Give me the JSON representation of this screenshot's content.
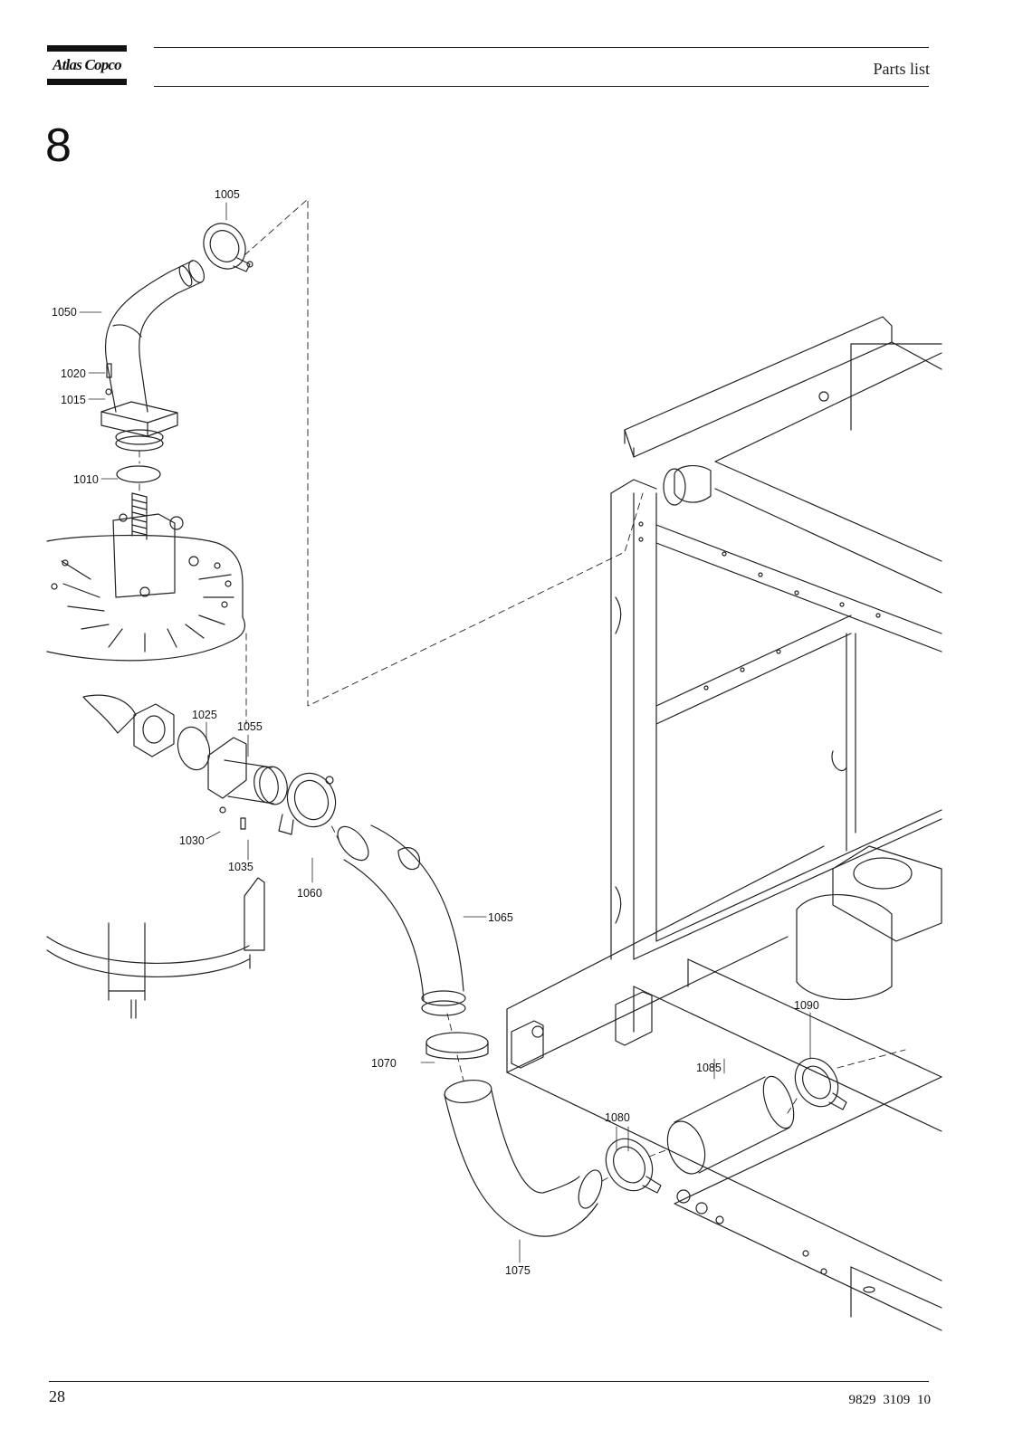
{
  "header": {
    "brand": "Atlas Copco",
    "title": "Parts list"
  },
  "section_number": "8",
  "callouts": {
    "c1005": "1005",
    "c1050": "1050",
    "c1020": "1020",
    "c1015": "1015",
    "c1010": "1010",
    "c1025": "1025",
    "c1055": "1055",
    "c1030": "1030",
    "c1035": "1035",
    "c1060": "1060",
    "c1065": "1065",
    "c1070": "1070",
    "c1075": "1075",
    "c1080": "1080",
    "c1085": "1085",
    "c1090": "1090"
  },
  "footer": {
    "page_number": "28",
    "document_number": "9829 3109 10"
  },
  "colors": {
    "line": "#222222",
    "text": "#111111"
  }
}
